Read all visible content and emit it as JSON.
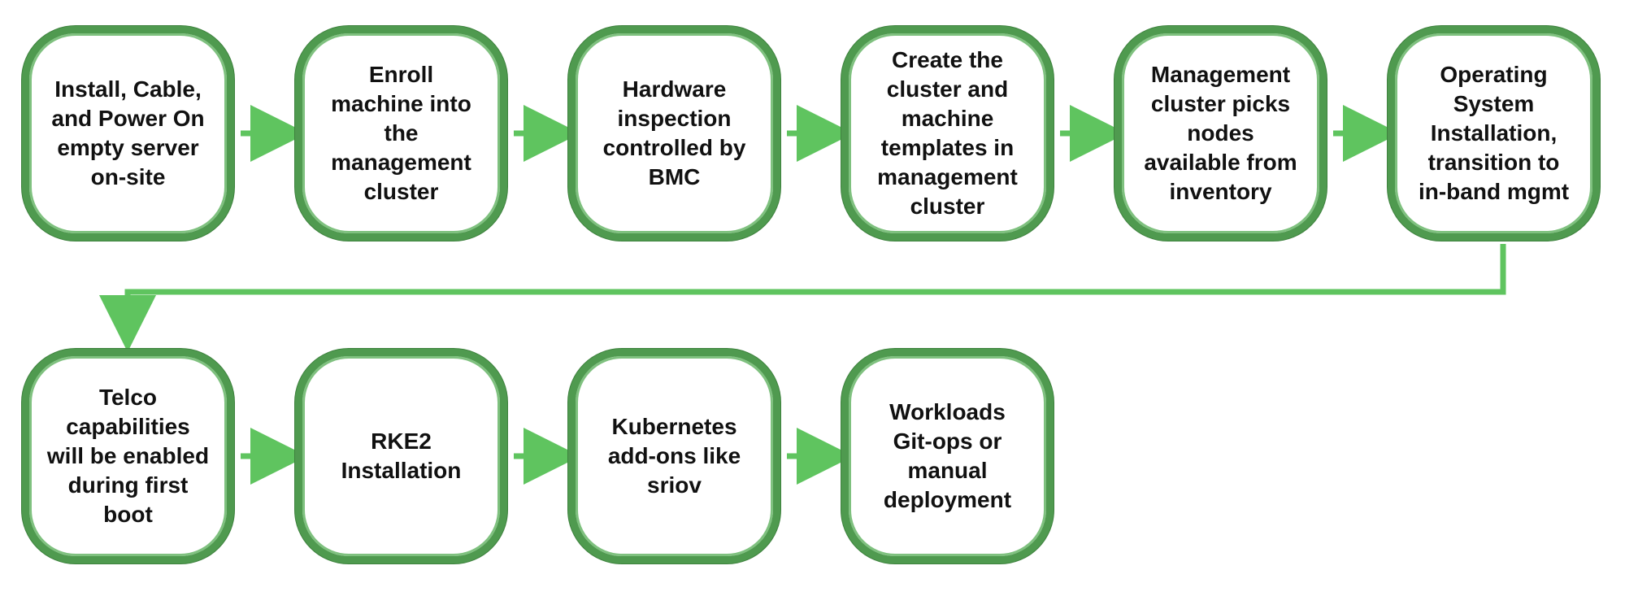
{
  "colors": {
    "node_border": "#4f9a4f",
    "arrow": "#5fc45f"
  },
  "steps": [
    "Install, Cable,\nand Power On\nempty server\non-site",
    "Enroll\nmachine into\nthe\nmanagement\ncluster",
    "Hardware\ninspection\ncontrolled by\nBMC",
    "Create the\ncluster and\nmachine\ntemplates in\nmanagement\ncluster",
    "Management\ncluster picks\nnodes\navailable from\ninventory",
    "Operating\nSystem\nInstallation,\ntransition to\nin-band mgmt",
    "Telco\ncapabilities\nwill be enabled\nduring first\nboot",
    "RKE2\nInstallation",
    "Kubernetes\nadd-ons like\nsriov",
    "Workloads\nGit-ops or\nmanual\ndeployment"
  ]
}
